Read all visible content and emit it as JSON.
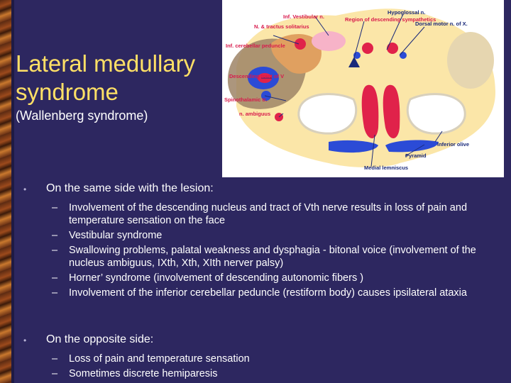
{
  "slide": {
    "title": "Lateral medullary syndrome",
    "subtitle": "(Wallenberg syndrome)"
  },
  "figure": {
    "labels": {
      "inf_vestibular": "Inf. Vestibular n.",
      "region_descending": "Region of descending sympathetics",
      "hypoglossal": "Hypoglossal n.",
      "dorsal_motor": "Dorsal motor n. of X.",
      "tractus_solitarius": "N. & tractus solitarius",
      "inf_cerebellar": "Inf. cerebellar peduncle",
      "descending_tract_v": "Descending tract of V",
      "spinothalamic": "Spinothalamic tr.",
      "ambiguus": "n. ambiguus",
      "inferior_olive": "Inferior olive",
      "pyramid": "Pyramid",
      "medial_lemniscus": "Medial lemniscus"
    },
    "colors": {
      "label_text": "#d81a4c",
      "label_dark": "#1a2a7a",
      "brainstem": "#fbe6a8",
      "lesion": "#9e8466",
      "cerebellar": "#e0a060",
      "pyramid": "#2b4bd6",
      "lemniscus": "#e0224a"
    }
  },
  "same_side": {
    "heading": "On the same side with the lesion:",
    "items": [
      "Involvement of the descending nucleus and tract of Vth nerve results in loss of pain and temperature sensation on the face",
      "Vestibular syndrome",
      "Swallowing problems, palatal weakness and dysphagia - bitonal voice (involvement of the nucleus ambiguus, IXth, Xth, XIth nerver palsy)",
      "Horner’ syndrome (involvement of descending autonomic fibers )",
      "Involvement of the inferior cerebellar peduncle (restiform body) causes ipsilateral ataxia"
    ]
  },
  "opposite_side": {
    "heading": "On the opposite side:",
    "items": [
      "Loss of pain and temperature sensation",
      "Sometimes discrete hemiparesis"
    ]
  },
  "symbols": {
    "bullet": "•",
    "dash": "–"
  }
}
